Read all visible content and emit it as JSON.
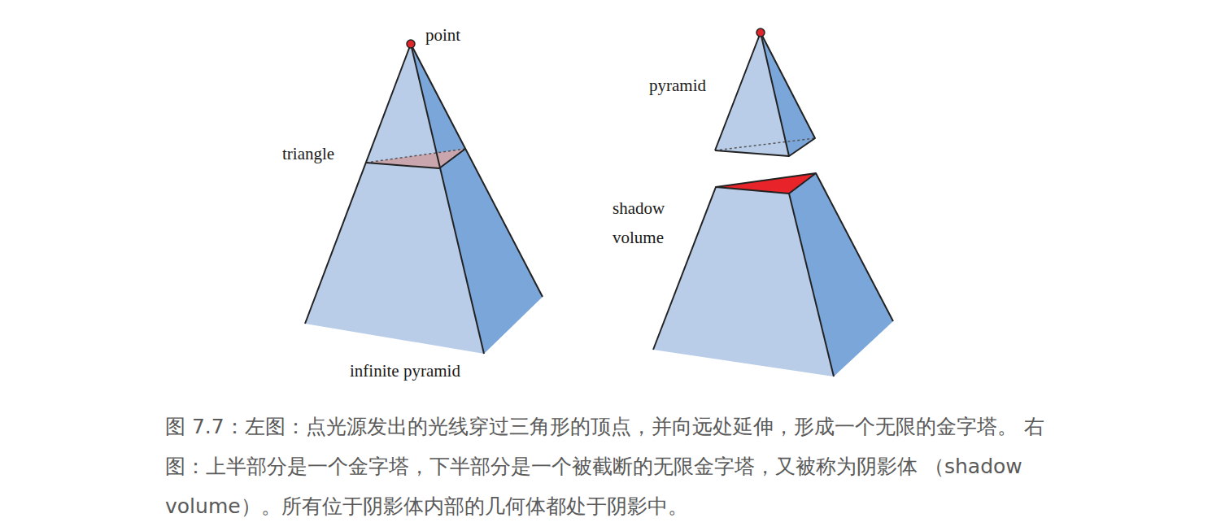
{
  "diagram": {
    "caption": "图 7.7：左图：点光源发出的光线穿过三角形的顶点，并向远处延伸，形成一个无限的金字塔。 右图：上半部分是一个金字塔，下半部分是一个被截断的无限金字塔，又被称为阴影体 （shadow volume）。所有位于阴影体内部的几何体都处于阴影中。",
    "labels": [
      "point",
      "triangle",
      "infinite pyramid",
      "pyramid",
      "shadow volume"
    ]
  }
}
